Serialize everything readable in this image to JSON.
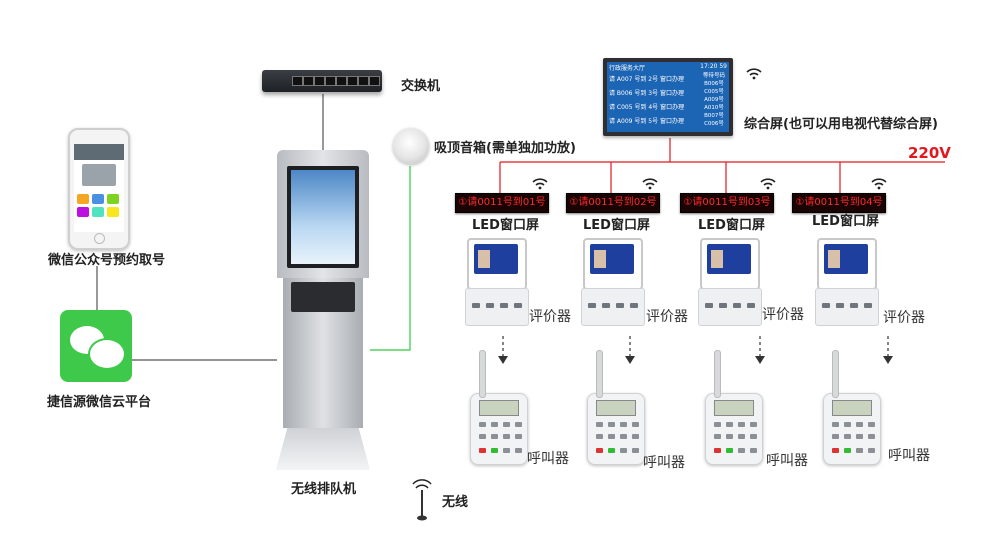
{
  "labels": {
    "switch": "交换机",
    "speaker": "吸顶音箱(需单独加功放)",
    "composite": "综合屏(也可以用电视代替综合屏)",
    "voltage": "220V",
    "phone": "微信公众号预约取号",
    "wechat": "捷信源微信云平台",
    "kiosk": "无线排队机",
    "wireless": "无线"
  },
  "composite_screen": {
    "title": "行政服务大厅",
    "clock": "17:20 59",
    "rows": [
      "请 A007 号到 2号 窗口办理",
      "请 B006 号到 3号 窗口办理",
      "请 C005 号到 4号 窗口办理",
      "请 A009 号到 5号 窗口办理"
    ],
    "side": [
      "等待号码",
      "B006号",
      "C005号",
      "A009号",
      "A010号",
      "B007号",
      "C006号"
    ]
  },
  "windows": [
    {
      "led_text": "①请0011号到01号",
      "led_label": "LED窗口屏",
      "evaluator_label": "评价器",
      "pager_label": "呼叫器"
    },
    {
      "led_text": "①请0011号到02号",
      "led_label": "LED窗口屏",
      "evaluator_label": "评价器",
      "pager_label": "呼叫器"
    },
    {
      "led_text": "①请0011号到03号",
      "led_label": "LED窗口屏",
      "evaluator_label": "评价器",
      "pager_label": "呼叫器"
    },
    {
      "led_text": "①请0011号到04号",
      "led_label": "LED窗口屏",
      "evaluator_label": "评价器",
      "pager_label": "呼叫器"
    }
  ],
  "colors": {
    "power_line": "#e0191f",
    "audio_line": "#2ecc40",
    "connector": "#555555",
    "wechat_green": "#3ec94a",
    "led_text": "#ff2a2a"
  }
}
